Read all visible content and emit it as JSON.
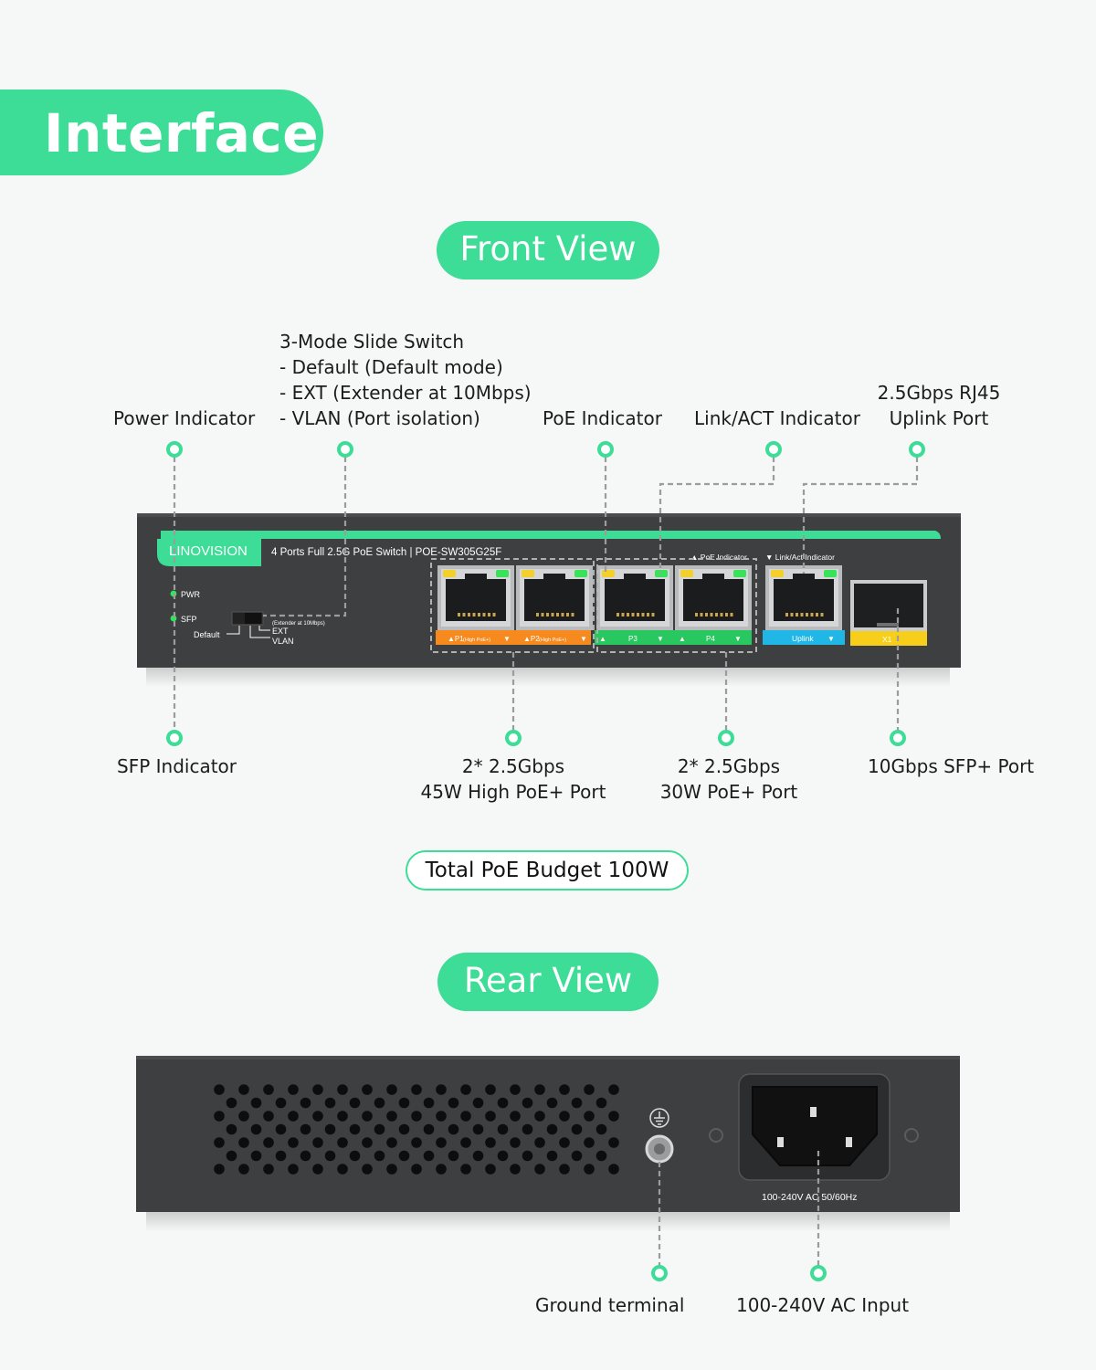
{
  "header": {
    "title": "Interface"
  },
  "front": {
    "pill": "Front View",
    "callouts": {
      "power": "Power Indicator",
      "slide_title": "3-Mode Slide Switch",
      "slide_default": "- Default (Default mode)",
      "slide_ext": "- EXT (Extender at 10Mbps)",
      "slide_vlan": "- VLAN (Port isolation)",
      "poe": "PoE Indicator",
      "link": "Link/ACT Indicator",
      "uplink_l1": "2.5Gbps RJ45",
      "uplink_l2": "Uplink Port",
      "sfp_ind": "SFP Indicator",
      "high_l1": "2* 2.5Gbps",
      "high_l2": "45W High PoE+ Port",
      "poe_l1": "2* 2.5Gbps",
      "poe_l2": "30W PoE+ Port",
      "sfp_port": "10Gbps SFP+ Port"
    },
    "device": {
      "brand": "LINOVISION",
      "model": "4 Ports Full 2.5G PoE Switch | POE-SW305G25F",
      "pwr": "PWR",
      "sfp": "SFP",
      "default": "Default",
      "ext_note": "(Extender at 10Mbps)",
      "ext": "EXT",
      "vlan": "VLAN",
      "poe_ind": "▲ PoE Indicator",
      "link_ind": "▼ Link/Act Indicator",
      "p1": "▲P1",
      "p1_small": "(High PoE+)",
      "p2": "▲P2",
      "p2_small": "(High PoE+)",
      "p3": "P3",
      "p4": "P4",
      "uplink": "Uplink",
      "x1": "X1",
      "colors": {
        "orange": "#f78a1f",
        "green": "#29c75f",
        "blue": "#20b7e6",
        "yellow": "#f7cf1b",
        "accent": "#3ddc97"
      }
    }
  },
  "budget": {
    "text": "Total PoE Budget 100W"
  },
  "rear": {
    "pill": "Rear View",
    "ac_text": "100-240V AC 50/60Hz",
    "ground_label": "Ground terminal",
    "ac_label": "100-240V AC Input"
  }
}
